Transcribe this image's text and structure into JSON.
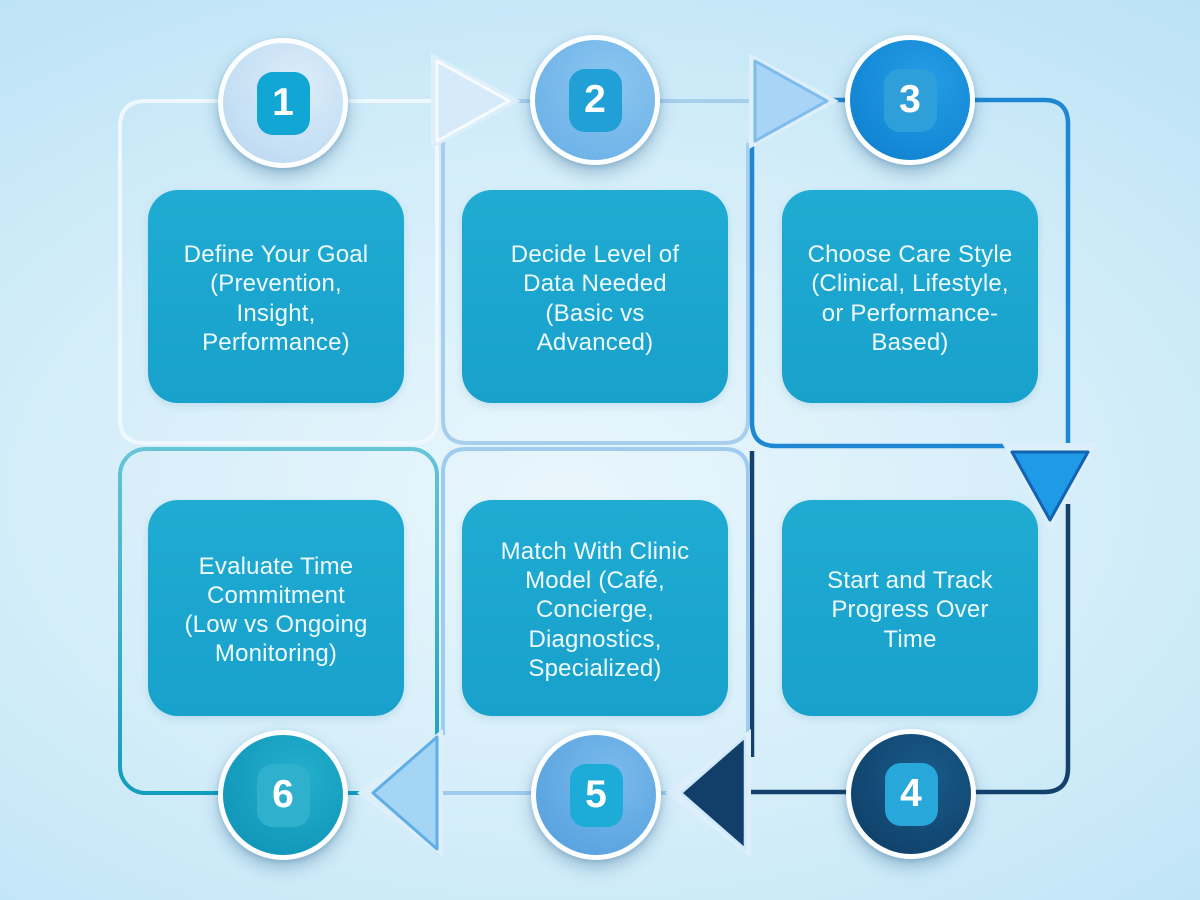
{
  "figure": {
    "type": "process-flow-infographic",
    "step_count": 6,
    "flow_order": "1 → 2 → 3 → 4 → 5 → 6 (snake layout: top row left-to-right, bottom row right-to-left)"
  },
  "steps": [
    {
      "number": "1",
      "label": "Define Your Goal (Prevention, Insight, Performance)"
    },
    {
      "number": "2",
      "label": "Decide Level of Data Needed (Basic vs Advanced)"
    },
    {
      "number": "3",
      "label": "Choose Care Style (Clinical, Lifestyle, or Performance-Based)"
    },
    {
      "number": "4",
      "label": "Start and Track Progress Over Time"
    },
    {
      "number": "5",
      "label": "Match With Clinic Model (Café, Concierge, Diagnostics, Specialized)"
    },
    {
      "number": "6",
      "label": "Evaluate Time Commitment (Low vs Ongoing Monitoring)"
    }
  ],
  "colors": {
    "card_fill": "#1BA7D0",
    "card_text": "#EFFAFD",
    "background_center": "#E9F6FC",
    "background_edge": "#A2DAF3",
    "steps": [
      {
        "circle": "#C9E2F6",
        "badge": "#12A6D5",
        "panel": "#EFF8FE"
      },
      {
        "circle": "#7FBEEC",
        "badge": "#21A0D7",
        "panel": "#A8CEED"
      },
      {
        "circle": "#1791DC",
        "badge": "#2E9FD8",
        "panel": "#1E87D3"
      },
      {
        "circle": "#11446F",
        "badge": "#27A7DA",
        "panel": "#14406C"
      },
      {
        "circle": "#66AEE5",
        "badge": "#1CACD7",
        "panel": "#9FCBEF"
      },
      {
        "circle": "#16A0C1",
        "badge": "#2FB1CD",
        "panel": "#1BA3C2"
      }
    ],
    "arrows": [
      "#D6EAF9",
      "#A8D4F5",
      "#1E9AE6",
      "#123E6A",
      "#A5D5F5"
    ]
  }
}
